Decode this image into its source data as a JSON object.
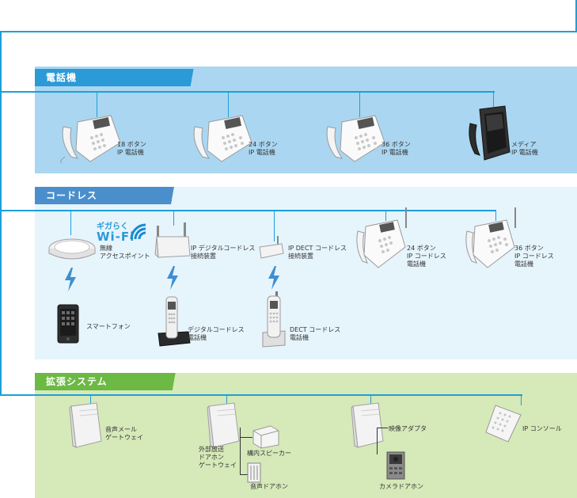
{
  "sections": {
    "phones": {
      "title": "電話機",
      "color": "#2b9ad6",
      "bg": "#aad6f1"
    },
    "cordless": {
      "title": "コードレス",
      "color": "#3d86c6",
      "bg": "#e6f4fc"
    },
    "ext": {
      "title": "拡張システム",
      "color": "#69b83a",
      "bg": "#d6e9b9"
    }
  },
  "phones": {
    "p18": [
      "18 ボタン",
      "IP 電話機"
    ],
    "p24": [
      "24 ボタン",
      "IP 電話機"
    ],
    "p36": [
      "36 ボタン",
      "IP 電話機"
    ],
    "media": [
      "メディア",
      "IP 電話機"
    ]
  },
  "cordless": {
    "wifi_logo_top": "ギガらく",
    "wifi_logo_bottom": "Wi-Fi",
    "ap": [
      "無線",
      "アクセスポイント"
    ],
    "ipdigital": [
      "IP デジタルコードレス",
      "接続装置"
    ],
    "ipdect": [
      "IP DECT コードレス",
      "接続装置"
    ],
    "c24": [
      "24 ボタン",
      "IP コードレス",
      "電話機"
    ],
    "c36": [
      "36 ボタン",
      "IP コードレス",
      "電話機"
    ],
    "smartphone": "スマートフォン",
    "digital": [
      "デジタルコードレス",
      "電話機"
    ],
    "dect": [
      "DECT コードレス",
      "電話機"
    ]
  },
  "ext": {
    "voicemail": [
      "音声メール",
      "ゲートウェイ"
    ],
    "broadcast": [
      "外部放送",
      "ドアホン",
      "ゲートウェイ"
    ],
    "speaker": "構内スピーカー",
    "doorphone": "音声ドアホン",
    "video": "映像アダプタ",
    "camera": "カメラドアホン",
    "console": "IP コンソール"
  }
}
